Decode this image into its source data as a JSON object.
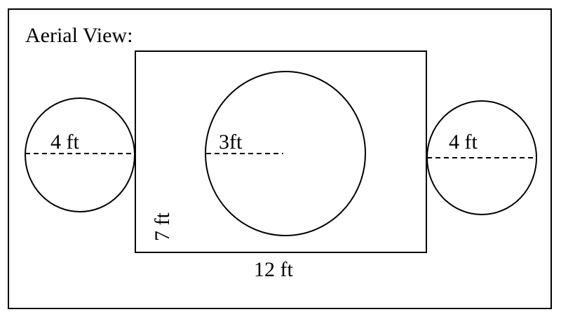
{
  "title": "Aerial View:",
  "shapes": {
    "rectangle": {
      "width_label": "12 ft",
      "height_label": "7 ft"
    },
    "left_circle": {
      "diameter_label": "4 ft"
    },
    "center_circle": {
      "radius_label": "3ft"
    },
    "right_circle": {
      "diameter_label": "4 ft"
    }
  },
  "colors": {
    "stroke": "#000000",
    "background": "#ffffff"
  }
}
